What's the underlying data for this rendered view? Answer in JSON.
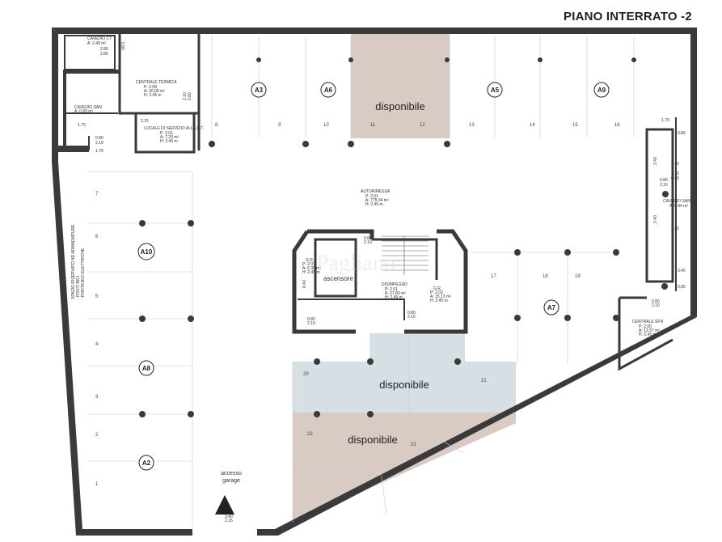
{
  "title": "PIANO INTERRATO -2",
  "highlights": {
    "brown_top": "disponibile",
    "blue": "disponibile",
    "brown_bottom": "disponibile"
  },
  "colors": {
    "brown_area": "#d9cbc4",
    "blue_area": "#d5dfe4",
    "wall": "#3a3a3a"
  },
  "lots": [
    "A3",
    "A6",
    "A5",
    "A9",
    "A10",
    "A8",
    "A2",
    "A7"
  ],
  "spots_top": [
    "8",
    "9",
    "10",
    "11",
    "12",
    "13",
    "14",
    "15",
    "16"
  ],
  "spots_left": [
    "7",
    "6",
    "5",
    "4",
    "3",
    "2",
    "1"
  ],
  "spots_right": [
    "17",
    "18",
    "19"
  ],
  "spots_center": [
    "20",
    "21",
    "22",
    "23"
  ],
  "rooms": {
    "cavedio_top": {
      "name": "CAVEDIO CT",
      "line1": "A: 2.46 m²",
      "line2": "2.86"
    },
    "centrale_termica": {
      "name": "CENTRALE TERMICA",
      "line1": "P: 2.08",
      "line2": "A: 20.00 m²",
      "line3": "H: 2.45 m"
    },
    "cavedio_left": {
      "name": "CAVEDIO SAN",
      "line1": "A: 0.89 m²"
    },
    "locale_servizio": {
      "name": "LOCALE DI SERVIZIO ALLA C.T.",
      "line1": "P: 2.61",
      "line2": "A: 7.29 m²",
      "line3": "H: 2.45 m"
    },
    "autorimessa": {
      "name": "AUTORIMESSA",
      "line1": "P: 2.01",
      "line2": "A: 775.04 m²",
      "line3": "H: 2.45 m"
    },
    "ascensore": {
      "name": "ascensore"
    },
    "disimpegno": {
      "name": "DISIMPEGNO",
      "line1": "P: 2.01",
      "line2": "A: 27.83 m²",
      "line3": "H: 2.45 m"
    },
    "gr_left": {
      "name": "G.R.",
      "line1": "P: 2.01",
      "line2": "A: 6.36 m²",
      "line3": "H: 2.45 m"
    },
    "gr_right": {
      "name": "G.R.",
      "line1": "P: 2.02",
      "line2": "A: 15.13 m²",
      "line3": "H: 2.45 m"
    },
    "cavedio_right": {
      "name": "CAVEDIO SAN",
      "line1": "A: 0.84 m²"
    },
    "centrale_sfn": {
      "name": "CENTRALE SFN",
      "line1": "P: 2.00",
      "line2": "A: 12.67 m²",
      "line3": "H: 2.45 m"
    }
  },
  "side_note": [
    "SPAZIO RISERVATO AD ARMADIATURE",
    "- POSTI BICI",
    "- PORTA BICI ELETTRICHE"
  ],
  "access": {
    "line1": "accesso",
    "line2": "garage"
  },
  "dims": {
    "d1": "2.86",
    "d2": "0.80",
    "d3": "2.15",
    "d4": "1.75",
    "d5": "2.10",
    "d6": "0.80",
    "d7": "0.80",
    "d8": "2.10",
    "d9": "1.70",
    "d10": "0.80",
    "d11": "2.10",
    "d12": "0.40",
    "d13": "0.80",
    "d14": "2.10",
    "d15": "0.80",
    "d16": "2.10",
    "d17": "3.40",
    "d18": "3.40",
    "d19": "1.70",
    "d20": "0.80",
    "d21": "2.10",
    "d22": "0.80",
    "d23": "0.80",
    "d24": "2.10",
    "d25": "3.40",
    "d26": "2.15",
    "d27": "2.10",
    "d28": "0.40",
    "d29": "0.80",
    "d30": "2.10",
    "d31": "3.40",
    "d32": "2.15"
  },
  "watermark": "Pagliano"
}
